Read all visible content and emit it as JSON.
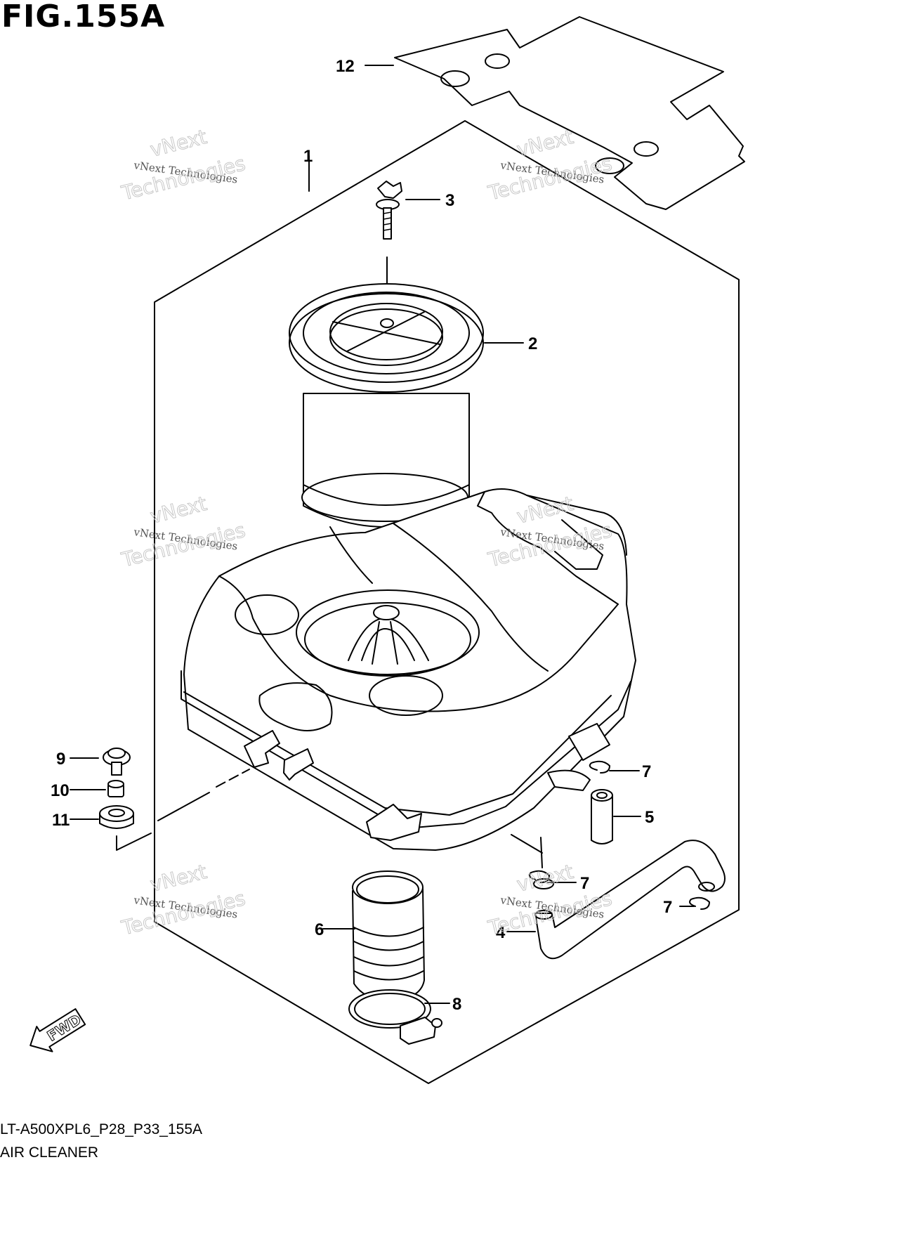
{
  "figure": {
    "title": "FIG.155A",
    "drawing_code": "LT-A500XPL6_P28_P33_155A",
    "drawing_name": "AIR CLEANER"
  },
  "callouts": [
    {
      "number": "12"
    },
    {
      "number": "1"
    },
    {
      "number": "3"
    },
    {
      "number": "2"
    },
    {
      "number": "9"
    },
    {
      "number": "10"
    },
    {
      "number": "11"
    },
    {
      "number": "7"
    },
    {
      "number": "5"
    },
    {
      "number": "7"
    },
    {
      "number": "7"
    },
    {
      "number": "6"
    },
    {
      "number": "4"
    },
    {
      "number": "8"
    }
  ],
  "direction_badge": {
    "label": "FWD"
  },
  "watermark": {
    "line1": "vNext Technologies",
    "line2": "Technologies",
    "line3": "vNext"
  }
}
